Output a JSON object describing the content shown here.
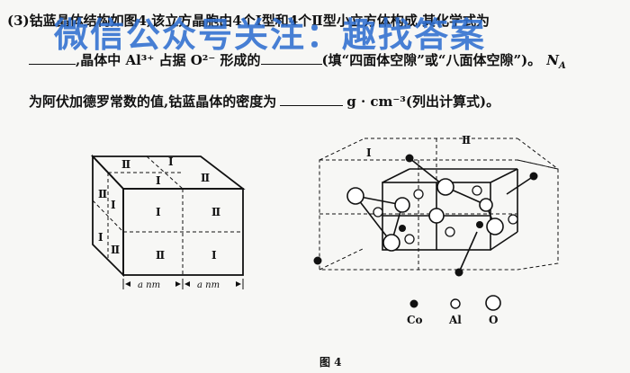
{
  "question": {
    "line1": "(3)钴蓝晶体结构如图4,该立方晶胞由4个Ⅰ型和4个Ⅱ型小立方体构成,其化学式为",
    "line2_a": ",晶体中 Al³⁺ 占据 O²⁻ 形成的",
    "line2_b": "(填“四面体空隙”或“八面体空隙”)。",
    "na_symbol": "N",
    "na_sub": "A",
    "line3_a": "为阿伏加德罗常数的值,钴蓝晶体的密度为",
    "line3_b": "g · cm⁻³(列出计算式)。"
  },
  "watermark": {
    "text": "微信公众号关注：趣找答案"
  },
  "figure": {
    "caption": "图 4",
    "cube_labels": {
      "top": [
        "Ⅱ",
        "Ⅰ",
        "Ⅰ",
        "Ⅱ"
      ],
      "front": [
        "Ⅰ",
        "Ⅱ",
        "Ⅱ",
        "Ⅰ"
      ],
      "side": [
        "Ⅱ",
        "Ⅰ",
        "Ⅰ",
        "Ⅱ"
      ],
      "dim1": "a nm",
      "dim2": "a nm"
    },
    "struct_labels": {
      "type1": "Ⅰ",
      "type2": "Ⅱ"
    },
    "legend": [
      {
        "label": "Co",
        "symbol": "filled-small"
      },
      {
        "label": "Al",
        "symbol": "open-small"
      },
      {
        "label": "O",
        "symbol": "open-large"
      }
    ]
  }
}
